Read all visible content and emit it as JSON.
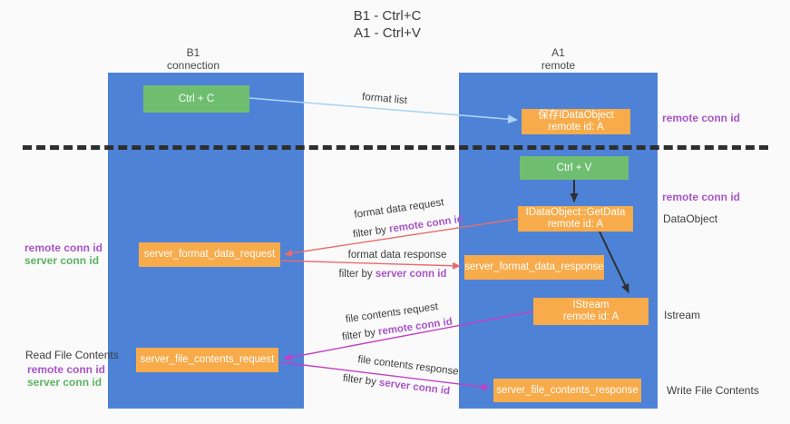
{
  "title": {
    "line1": "B1 - Ctrl+C",
    "line2": "A1 - Ctrl+V"
  },
  "lanes": {
    "left_header": {
      "line1": "B1",
      "line2": "connection"
    },
    "right_header": {
      "line1": "A1",
      "line2": "remote"
    }
  },
  "nodes": {
    "ctrl_c": "Ctrl + C",
    "ctrl_v": "Ctrl + V",
    "save_dataobject": {
      "line1": "保存IDataObject",
      "line2": "remote id: A"
    },
    "getdata": {
      "line1": "IDataObject::GetData",
      "line2": "remote id: A"
    },
    "istream": {
      "line1": "IStream",
      "line2": "remote id: A"
    },
    "server_format_data_request": "server_format_data_request",
    "server_format_data_response": "server_format_data_response",
    "server_file_contents_request": "server_file_contents_request",
    "server_file_contents_response": "server_file_contents_response"
  },
  "arrow_labels": {
    "format_list": "format list",
    "format_data_request": "format data request",
    "format_data_response": "format data response",
    "file_contents_request": "file contents request",
    "file_contents_response": "file contents response",
    "filter_by": "filter by ",
    "remote_conn_id": "remote conn id",
    "server_conn_id": "server conn id"
  },
  "side_labels": {
    "remote_conn_id_top_right": "remote conn id",
    "remote_conn_id_mid_right": "remote conn id",
    "dataobject": "DataObject",
    "istream": "Istream",
    "write_file_contents": "Write File Contents",
    "read_file_contents": "Read File Contents",
    "remote_conn_id_left": "remote conn id",
    "server_conn_id_left": "server conn id",
    "remote_conn_id_bottom_left": "remote conn id",
    "server_conn_id_bottom_left": "server conn id"
  },
  "colors": {
    "lane_blue": "#4d82d7",
    "node_orange": "#f8ab4a",
    "node_green": "#6fbe70",
    "arrow_light_blue": "#aad4f5",
    "arrow_red": "#e96c6c",
    "arrow_magenta": "#c33fc3",
    "arrow_black": "#2f2f2f",
    "text_purple": "#a855c8",
    "text_green": "#5cb364"
  }
}
